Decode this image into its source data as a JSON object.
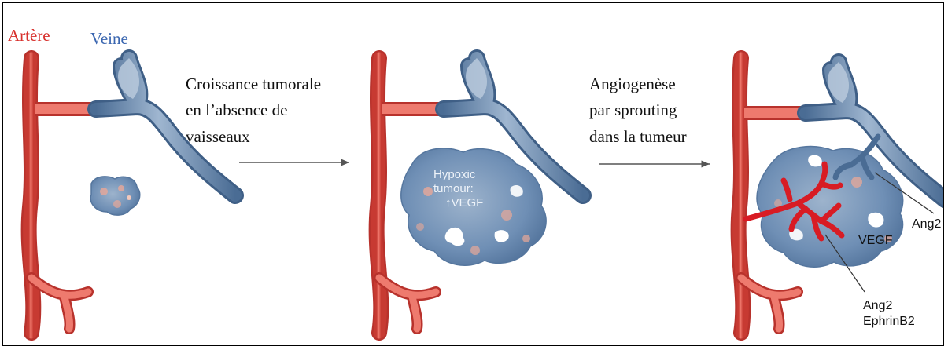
{
  "labels": {
    "artery": "Artère",
    "vein": "Veine",
    "step1_line1": "Croissance tumorale",
    "step1_line2": "en l’absence de",
    "step1_line3": "vaisseaux",
    "step2_line1": "Angiogenèse",
    "step2_line2": "par sprouting",
    "step2_line3": "dans la tumeur",
    "hypoxic_line1": "Hypoxic",
    "hypoxic_line2": "tumour:",
    "hypoxic_line3": "↑VEGF",
    "ang2_right": "Ang2",
    "vegf": "VEGF",
    "ang2_bottom": "Ang2",
    "ephrinb2": "EphrinB2"
  },
  "colors": {
    "artery": "#e0463c",
    "artery_dark": "#b8322c",
    "artery_light": "#f08a80",
    "vein": "#5a7ea8",
    "vein_dark": "#3f5f86",
    "vein_light": "#a8bfd8",
    "tumour": "#6f8fb5",
    "tumour_light": "#b9c9dc",
    "tumour_pink": "#e8a898",
    "sprout": "#d81c24",
    "artery_text": "#d8302c",
    "vein_text": "#3a66b0"
  }
}
